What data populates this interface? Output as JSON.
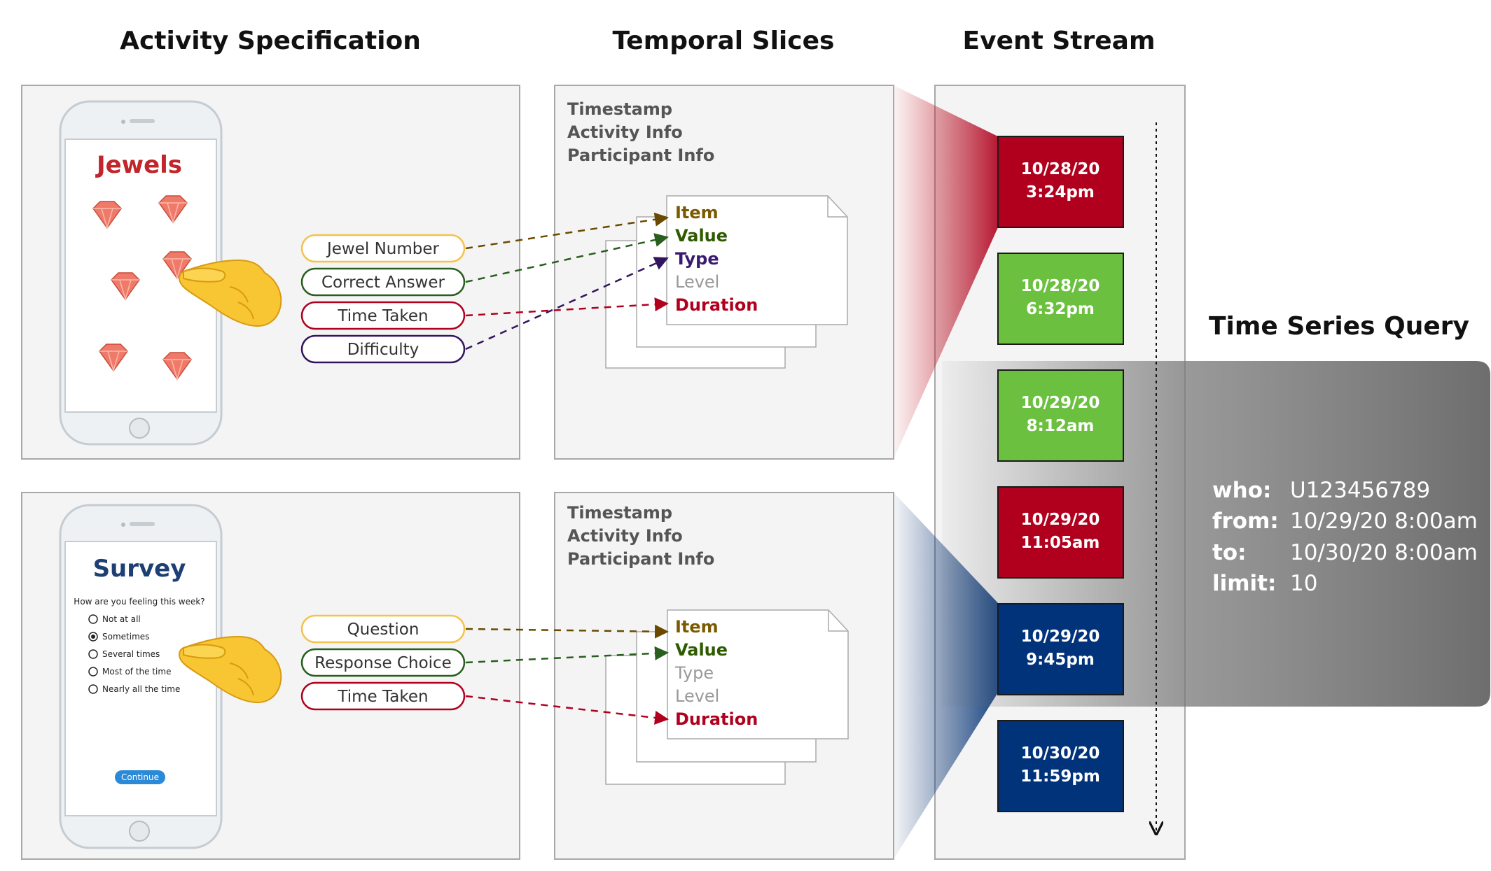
{
  "headers": {
    "activity": "Activity Specification",
    "slices": "Temporal Slices",
    "stream": "Event Stream",
    "query": "Time Series Query"
  },
  "colors": {
    "red": "#b0001e",
    "green": "#6cc040",
    "blue": "#00337a",
    "jewels_title": "#c0262c",
    "survey_title": "#1d3f74",
    "jewel_number": "#f4c24d",
    "correct_answer": "#285e1e",
    "time_taken": "#b0001e",
    "difficulty": "#33155f",
    "item_text": "#7a5a00",
    "value_text": "#2e5a00",
    "type_text": "#3a1a6e",
    "disabled_text": "#999999"
  },
  "jewels": {
    "title": "Jewels",
    "attributes": [
      "Jewel Number",
      "Correct Answer",
      "Time Taken",
      "Difficulty"
    ]
  },
  "survey": {
    "title": "Survey",
    "question": "How are you feeling this week?",
    "options": [
      "Not at all",
      "Sometimes",
      "Several times",
      "Most of the time",
      "Nearly all the time"
    ],
    "selected_option": "Sometimes",
    "continue_label": "Continue",
    "attributes": [
      "Question",
      "Response Choice",
      "Time Taken"
    ]
  },
  "slice_meta": [
    "Timestamp",
    "Activity Info",
    "Participant Info"
  ],
  "slice_fields": [
    "Item",
    "Value",
    "Type",
    "Level",
    "Duration"
  ],
  "events": [
    {
      "date": "10/28/20",
      "time": "3:24pm",
      "color": "#b0001e"
    },
    {
      "date": "10/28/20",
      "time": "6:32pm",
      "color": "#6cc040"
    },
    {
      "date": "10/29/20",
      "time": "8:12am",
      "color": "#6cc040"
    },
    {
      "date": "10/29/20",
      "time": "11:05am",
      "color": "#b0001e"
    },
    {
      "date": "10/29/20",
      "time": "9:45pm",
      "color": "#00337a"
    },
    {
      "date": "10/30/20",
      "time": "11:59pm",
      "color": "#00337a"
    }
  ],
  "query": {
    "who_label": "who:",
    "who": "U123456789",
    "from_label": "from:",
    "from": "10/29/20 8:00am",
    "to_label": "to:",
    "to": "10/30/20 8:00am",
    "limit_label": "limit:",
    "limit": "10"
  }
}
